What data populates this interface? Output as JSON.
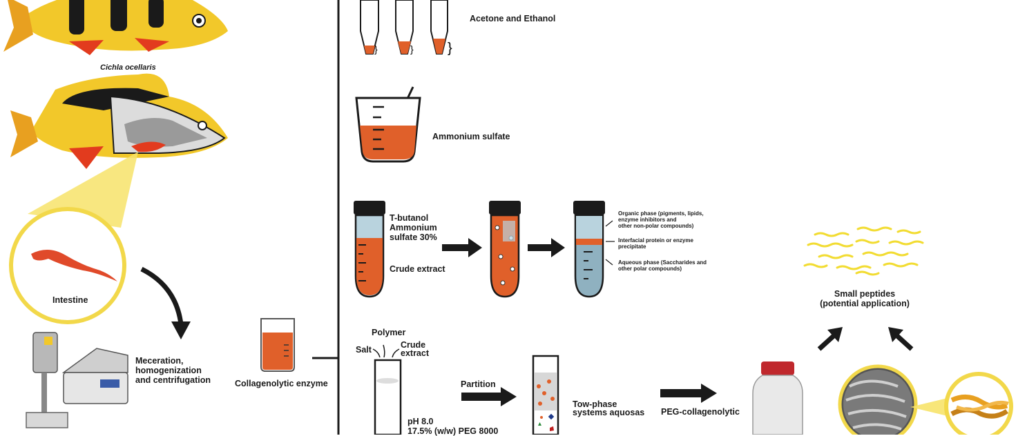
{
  "labels": {
    "species": "Cichla ocellaris",
    "intestine": "Intestine",
    "maceration": [
      "Meceration,",
      "homogenization",
      "and centrifugation"
    ],
    "enzyme": "Collagenolytic enzyme",
    "acetone": "Acetone and Ethanol",
    "ammonium": "Ammonium sulfate",
    "tpp": [
      "T-butanol",
      "Ammonium",
      "sulfate 30%"
    ],
    "crude_extract": "Crude extract",
    "phases": {
      "organic": [
        "Organic phase (pigments, lipids,",
        "enzyme inhibitors and",
        "other non-polar compounds)"
      ],
      "interfacial": [
        "Interfacial protein or enzyme",
        "precipitate"
      ],
      "aqueous": [
        "Aqueous phase (Saccharides and",
        "other polar compounds)"
      ]
    },
    "polymer": "Polymer",
    "salt": "Salt",
    "crude": [
      "Crude",
      "extract"
    ],
    "partition": "Partition",
    "ph": [
      "pH 8.0",
      "17.5% (w/w) PEG 8000"
    ],
    "two_phase": [
      "Tow-phase",
      "systems aquosas"
    ],
    "peg": "PEG-collagenolytic",
    "peptides": [
      "Small peptides",
      "(potential application)"
    ]
  },
  "colors": {
    "accent_orange": "#e0602a",
    "fish_yellow": "#f2c82a",
    "fish_red": "#e23b1e",
    "highlight_yellow": "#f7e36a",
    "tube_blue": "#b9d3de",
    "dark": "#1a1a1a"
  }
}
